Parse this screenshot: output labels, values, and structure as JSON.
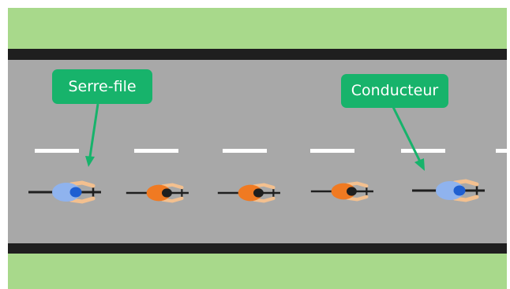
{
  "labels": {
    "rear": "Serre-file",
    "leader": "Conducteur"
  },
  "colors": {
    "grass": "#a8d98b",
    "road": "#a8a8a8",
    "curb": "#1f1f1f",
    "lane_marking": "#ffffff",
    "label_bg": "#17b36b",
    "label_text": "#ffffff",
    "cyclist_highlight": "#8fb3ee",
    "cyclist_regular": "#f07a22",
    "helmet_highlight": "#1f5fd1",
    "helmet_regular": "#1f1f1f",
    "skin": "#f3c08f",
    "bike": "#1f1f1f"
  },
  "cyclists": [
    {
      "role": "rear",
      "kind": "highlight"
    },
    {
      "role": "member",
      "kind": "regular"
    },
    {
      "role": "member",
      "kind": "regular"
    },
    {
      "role": "member",
      "kind": "regular"
    },
    {
      "role": "leader",
      "kind": "highlight"
    }
  ]
}
